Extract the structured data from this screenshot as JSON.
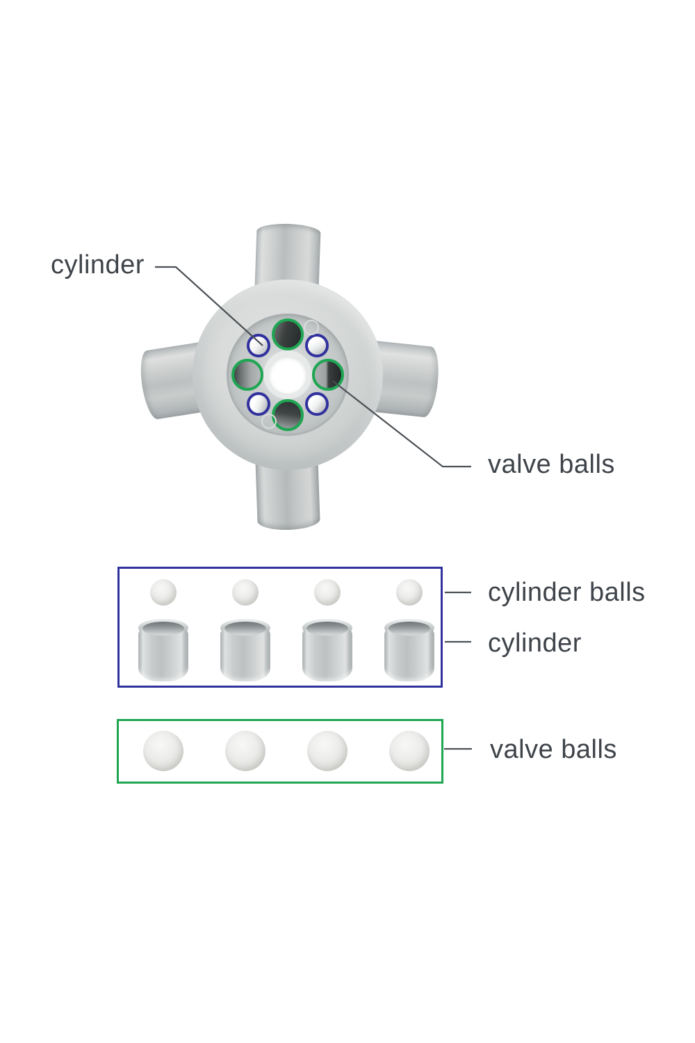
{
  "colors": {
    "highlight_green": "#1fa653",
    "highlight_blue": "#31319e",
    "leader_line": "#4b5055",
    "label_text": "#3f444a"
  },
  "labels": {
    "head_cylinder": "cylinder",
    "head_valve_balls": "valve balls",
    "row_cylinder_balls": "cylinder balls",
    "row_cylinder": "cylinder",
    "row_valve_balls": "valve balls"
  },
  "pump_head": {
    "ports": [
      {
        "name": "valve-ball-port-top",
        "ring": "green",
        "position": "top"
      },
      {
        "name": "cylinder-port-top-right",
        "ring": "blue",
        "position": "top-right"
      },
      {
        "name": "valve-ball-port-right",
        "ring": "green",
        "position": "right"
      },
      {
        "name": "cylinder-port-bottom-right",
        "ring": "blue",
        "position": "bottom-right"
      },
      {
        "name": "valve-ball-port-bottom",
        "ring": "green",
        "position": "bottom"
      },
      {
        "name": "cylinder-port-bottom-left",
        "ring": "blue",
        "position": "bottom-left"
      },
      {
        "name": "valve-ball-port-left",
        "ring": "green",
        "position": "left"
      },
      {
        "name": "cylinder-port-top-left",
        "ring": "blue",
        "position": "top-left"
      }
    ]
  },
  "parts": {
    "cylinder_balls": {
      "count": 4
    },
    "cylinders": {
      "count": 4
    },
    "valve_balls": {
      "count": 4
    }
  }
}
